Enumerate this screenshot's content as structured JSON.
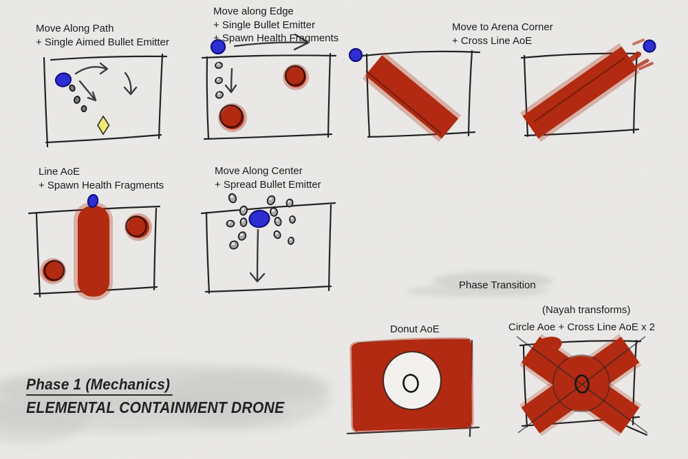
{
  "palette": {
    "paper": "#edecea",
    "ink": "#1b1b1b",
    "aoe_red": "#b12a11",
    "drone_blue": "#2e2ed2",
    "bullet_gray": "#a9a9a9",
    "health_yellow": "#eeeb70",
    "smudge_gray": "#c7c7c5"
  },
  "panels": {
    "move_along_path": {
      "lines": [
        "Move Along Path",
        "+ Single Aimed Bullet Emitter"
      ]
    },
    "move_along_edge": {
      "lines": [
        "Move along Edge",
        "+ Single Bullet Emitter",
        "+ Spawn Health Fragments"
      ]
    },
    "move_to_arena_corner": {
      "lines": [
        "Move to Arena Corner",
        "+ Cross Line AoE"
      ]
    },
    "line_aoe": {
      "lines": [
        "Line AoE",
        "+ Spawn Health Fragments"
      ]
    },
    "move_along_center": {
      "lines": [
        "Move Along Center",
        "+ Spread Bullet Emitter"
      ]
    }
  },
  "phase_transition": {
    "title": "Phase Transition",
    "subtitle": "(Nayah transforms)",
    "donut_label": "Donut AoE",
    "cross_label": "Circle Aoe + Cross Line AoE x 2"
  },
  "footer": {
    "phase_label": "Phase 1 (Mechanics)",
    "boss_name": "ELEMENTAL CONTAINMENT DRONE"
  }
}
